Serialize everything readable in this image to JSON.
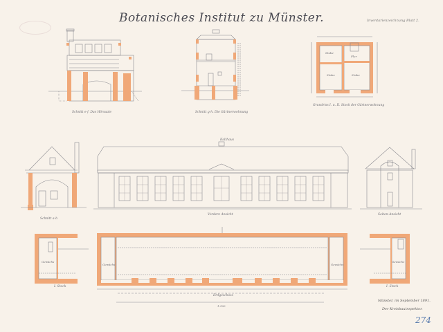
{
  "sheet": {
    "title": "Botanisches Institut zu Münster.",
    "sheet_label": "Inventarienzeichnung Blatt 2.",
    "inventory_number": "274",
    "signature": {
      "place_date": "Münster, im September 1891.",
      "role": "Der Kreisbauinspektor."
    },
    "colors": {
      "paper": "#f8f2ea",
      "masonry": "#f0a878",
      "ink": "#7a7a80",
      "inventory_ink": "#5a7cae"
    }
  },
  "drawings": {
    "section_ef": {
      "caption": "Schnitt e-f. Das Hörsaale"
    },
    "section_gh": {
      "caption": "Schnitt g-h. Die Gärtnerwohnung"
    },
    "floor_plan_gardener": {
      "caption": "Grundriss I. u. II. Stock der Gärtnerwohnung",
      "rooms": [
        "Stube",
        "Flur",
        "Stube",
        "Stube"
      ]
    },
    "section_ab": {
      "caption": "Schnitt a-b"
    },
    "front_elevation": {
      "heading": "Kalthaus",
      "caption": "Vordere Ansicht"
    },
    "side_elevation": {
      "caption": "Seiten-Ansicht"
    },
    "plan_left": {
      "caption": "I. Stock",
      "room": "Gewächs"
    },
    "plan_main": {
      "caption": "Erdgeschoss",
      "room_left": "Gewächs",
      "room_right": "Gewächs",
      "scale": "1:100"
    },
    "plan_right": {
      "caption": "I. Stock",
      "room": "Gewächs"
    }
  }
}
